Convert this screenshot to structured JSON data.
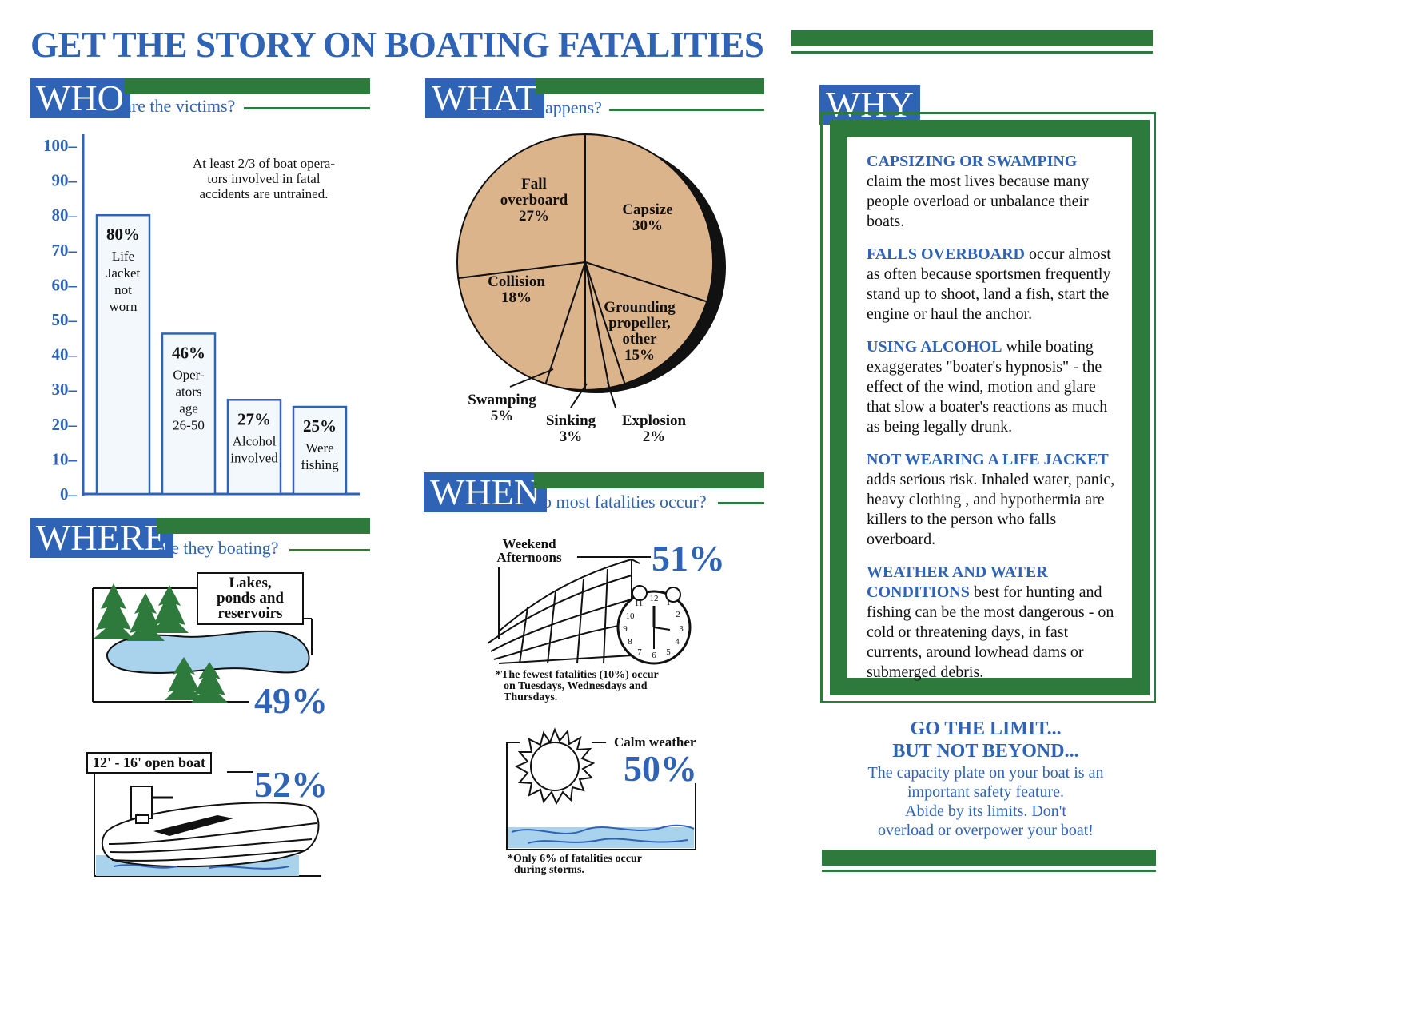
{
  "title": "GET THE STORY ON BOATING FATALITIES",
  "who": {
    "label": "WHO",
    "sub": "are the victims?",
    "note": "At least 2/3 of boat operators involved in fatal accidents are untrained.",
    "note_lines": [
      "At least 2/3 of boat opera-",
      "tors involved in fatal",
      "accidents are untrained."
    ]
  },
  "what": {
    "label": "WHAT",
    "sub": "happens?"
  },
  "when": {
    "label": "WHEN",
    "sub": "do most fatalities occur?",
    "weekend_label_1": "Weekend",
    "weekend_label_2": "Afternoons",
    "weekend_pct": "51%",
    "weekend_note_1": "*The fewest fatalities (10%) occur",
    "weekend_note_2": "on Tuesdays, Wednesdays and",
    "weekend_note_3": "Thursdays.",
    "calm_label": "Calm weather",
    "calm_pct": "50%",
    "storm_note_1": "*Only 6% of fatalities occur",
    "storm_note_2": "during storms."
  },
  "where": {
    "label": "WHERE",
    "sub": "are they boating?",
    "lakes_label_1": "Lakes,",
    "lakes_label_2": "ponds and",
    "lakes_label_3": "reservoirs",
    "lakes_pct": "49%",
    "boat_label": "12' - 16' open boat",
    "boat_pct": "52%"
  },
  "why": {
    "label": "WHY",
    "items": [
      {
        "head": "CAPSIZING OR SWAMPING",
        "body": "claim the most lives because many people overload or unbalance their boats."
      },
      {
        "head": "FALLS OVERBOARD",
        "body": "occur almost as often because sportsmen frequently stand up to shoot, land a fish, start the engine or haul the anchor."
      },
      {
        "head": "USING ALCOHOL",
        "body": "while boating exaggerates \"boater's hypnosis\" - the effect of the wind, motion and glare that slow a boater's reactions as much as being legally drunk."
      },
      {
        "head": "NOT WEARING A LIFE JACKET",
        "body": "adds serious risk.  Inhaled water, panic, heavy clothing , and hypothermia are killers to the person who falls overboard."
      },
      {
        "head": "WEATHER AND WATER CONDITIONS",
        "body": "best for hunting and fishing can be the most dangerous - on cold or threatening days, in fast currents, around lowhead dams or submerged debris."
      }
    ]
  },
  "limit": {
    "head_1": "GO THE LIMIT...",
    "head_2": "BUT NOT BEYOND...",
    "body_1": "The capacity plate on your boat is an",
    "body_2": "important safety feature.",
    "body_3": "Abide by its limits.  Don't",
    "body_4": "overload or overpower your boat!"
  },
  "chart_data": [
    {
      "type": "bar",
      "ylim": [
        0,
        100
      ],
      "yticks": [
        "100",
        "90",
        "80",
        "70",
        "60",
        "50",
        "40",
        "30",
        "20",
        "10",
        "0"
      ],
      "categories": [
        "Life Jacket not worn",
        "Operators age 26-50",
        "Alcohol involved",
        "Were fishing"
      ],
      "values": [
        80,
        46,
        27,
        25
      ],
      "value_labels": [
        "80%",
        "46%",
        "27%",
        "25%"
      ],
      "bar_texts": [
        [
          "Life",
          "Jacket",
          "not",
          "worn"
        ],
        [
          "Oper-",
          "ators",
          "age",
          "26-50"
        ],
        [
          "Alcohol",
          "involved"
        ],
        [
          "Were",
          "fishing"
        ]
      ]
    },
    {
      "type": "pie",
      "labels": [
        "Capsize",
        "Grounding propeller, other",
        "Explosion",
        "Sinking",
        "Swamping",
        "Collision",
        "Fall overboard"
      ],
      "values": [
        30,
        15,
        2,
        3,
        5,
        18,
        27
      ],
      "value_labels": [
        "30%",
        "15%",
        "2%",
        "3%",
        "5%",
        "18%",
        "27%"
      ]
    }
  ],
  "colors": {
    "blue": "#2f63b5",
    "green": "#2e7a3c",
    "pie": "#dcb48c"
  }
}
